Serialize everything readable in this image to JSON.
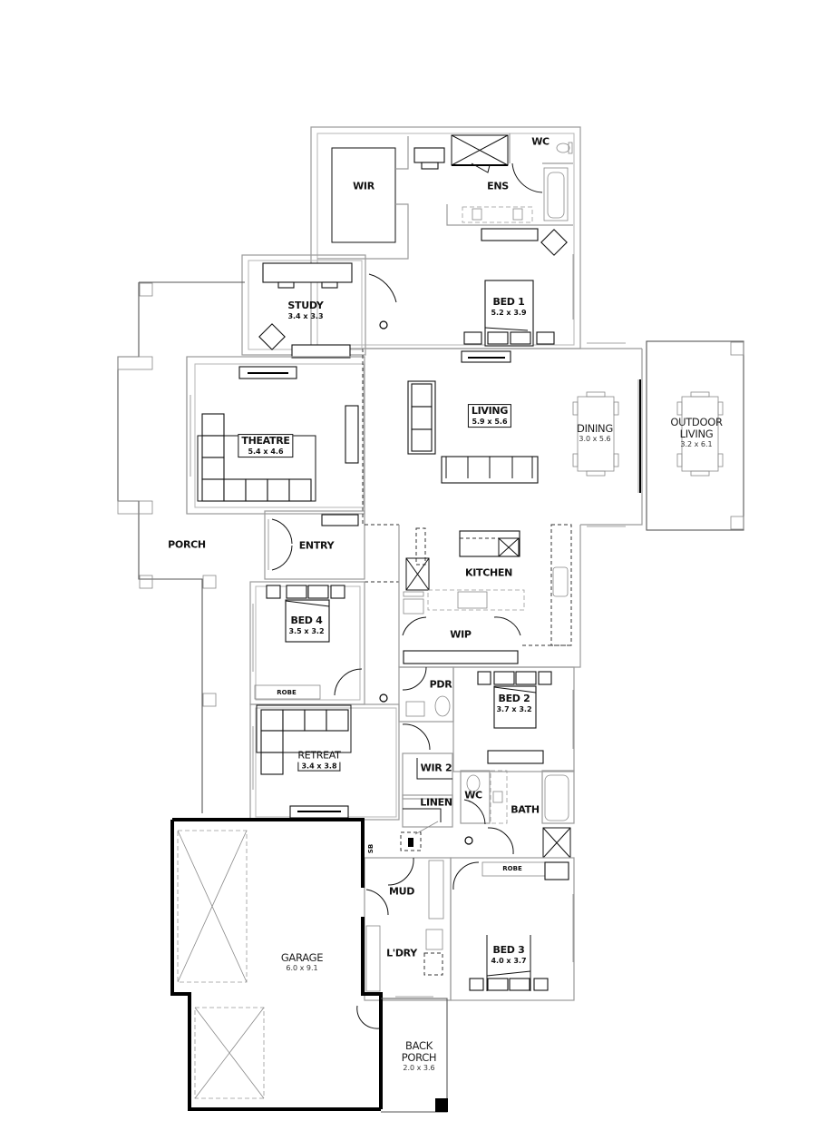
{
  "plan": {
    "rooms": [
      {
        "id": "wir",
        "name": "WIR",
        "dims": ""
      },
      {
        "id": "ens",
        "name": "ENS",
        "dims": ""
      },
      {
        "id": "wc1",
        "name": "WC",
        "dims": ""
      },
      {
        "id": "study",
        "name": "STUDY",
        "dims": "3.4 x 3.3"
      },
      {
        "id": "bed1",
        "name": "BED 1",
        "dims": "5.2 x 3.9"
      },
      {
        "id": "theatre",
        "name": "THEATRE",
        "dims": "5.4 x 4.6"
      },
      {
        "id": "living",
        "name": "LIVING",
        "dims": "5.9 x 5.6"
      },
      {
        "id": "dining",
        "name": "DINING",
        "dims": "3.0 x 5.6"
      },
      {
        "id": "outdoor",
        "name": "OUTDOOR LIVING",
        "name_l1": "OUTDOOR",
        "name_l2": "LIVING",
        "dims": "3.2 x 6.1"
      },
      {
        "id": "porch",
        "name": "PORCH",
        "dims": ""
      },
      {
        "id": "entry",
        "name": "ENTRY",
        "dims": ""
      },
      {
        "id": "kitchen",
        "name": "KITCHEN",
        "dims": ""
      },
      {
        "id": "bed4",
        "name": "BED 4",
        "dims": "3.5 x 3.2"
      },
      {
        "id": "wip",
        "name": "WIP",
        "dims": ""
      },
      {
        "id": "pdr",
        "name": "PDR",
        "dims": ""
      },
      {
        "id": "bed2",
        "name": "BED 2",
        "dims": "3.7 x 3.2"
      },
      {
        "id": "retreat",
        "name": "RETREAT",
        "dims": "3.4 x 3.8"
      },
      {
        "id": "wir2",
        "name": "WIR 2",
        "dims": ""
      },
      {
        "id": "linen",
        "name": "LINEN",
        "dims": ""
      },
      {
        "id": "wc2",
        "name": "WC",
        "dims": ""
      },
      {
        "id": "bath",
        "name": "BATH",
        "dims": ""
      },
      {
        "id": "mud",
        "name": "MUD",
        "dims": ""
      },
      {
        "id": "ldry",
        "name": "L'DRY",
        "dims": ""
      },
      {
        "id": "bed3",
        "name": "BED 3",
        "dims": "4.0 x 3.7"
      },
      {
        "id": "garage",
        "name": "GARAGE",
        "dims": "6.0 x 9.1"
      },
      {
        "id": "backporch",
        "name": "BACK PORCH",
        "name_l1": "BACK",
        "name_l2": "PORCH",
        "dims": "2.0 x 3.6"
      }
    ],
    "annotations": {
      "robe_bed4": "ROBE",
      "robe_bed3": "ROBE",
      "switchboard": "SB"
    },
    "colors": {
      "wall": "#9a9a9a",
      "furniture": "#111111",
      "garage_wall": "#000000",
      "background": "#ffffff"
    }
  }
}
